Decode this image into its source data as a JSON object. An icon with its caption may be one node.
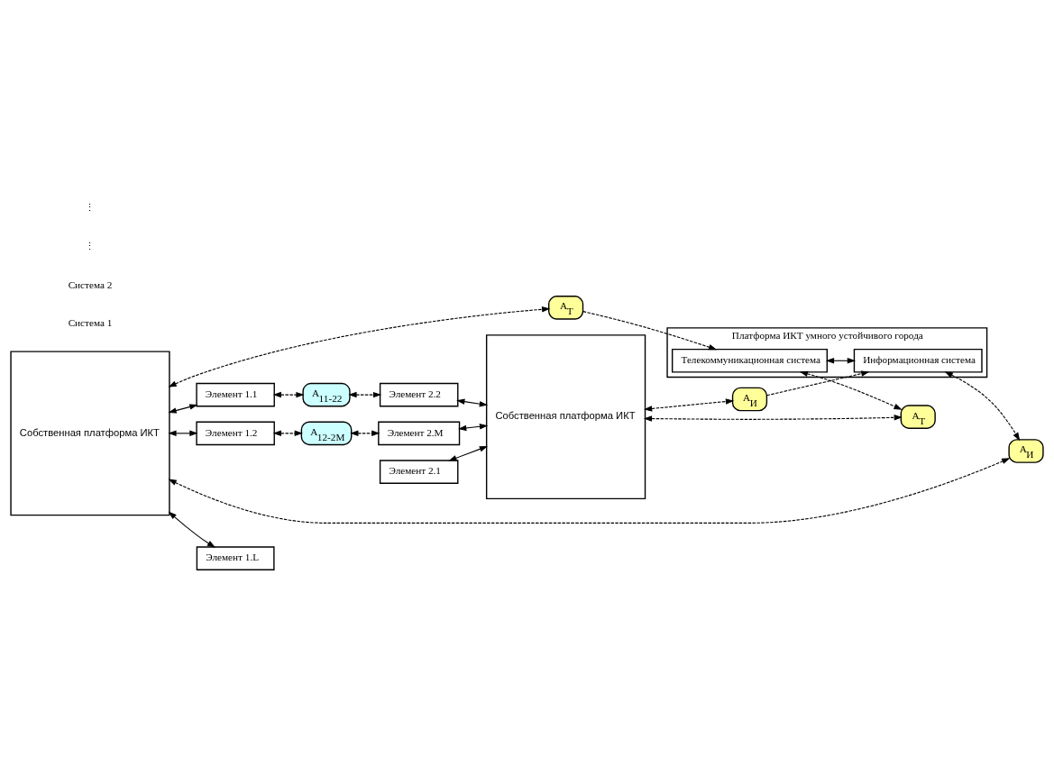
{
  "diagram": {
    "nodes": [
      {
        "text": [
          "Собственная платформа ИКТ"
        ]
      },
      {
        "text": [
          "Элемент 1.1"
        ]
      },
      {
        "text": [
          "Элемент 1.2"
        ]
      },
      {
        "text": [
          "Элемент 1.L"
        ]
      },
      {
        "text": [
          "A$_{11-22}$"
        ]
      },
      {
        "text": [
          "A$_{12-2M}$"
        ]
      },
      {
        "text": [
          "Элемент 2.1"
        ]
      },
      {
        "text": [
          "Элемент 2.2"
        ]
      },
      {
        "text": [
          "Элемент 2.M"
        ]
      },
      {
        "text": [
          "Собственная платформа ИКТ"
        ]
      },
      {
        "text": [
          "A$_{T}$"
        ]
      },
      {
        "text": [
          "A$_{И}$"
        ]
      },
      {
        "text": [
          "A$_{T}$"
        ]
      },
      {
        "text": [
          "A$_{И}$"
        ]
      },
      {
        "text": [
          "Платформа ИКТ умного устойчивого города"
        ]
      },
      {
        "text": [
          "Телекоммуникационная система"
        ],
        "in": 14
      },
      {
        "text": [
          "Информационная система"
        ],
        "in": 14
      }
    ],
    "edges": [
      {
        "from": 0,
        "to": 1,
        "arrow": "both"
      },
      {
        "from": 0,
        "to": 2,
        "arrow": "both"
      },
      {
        "from": 0,
        "to": 3,
        "arrow": "both"
      },
      {
        "from": 1,
        "to": 4,
        "arrow": "both",
        "style": "dashed"
      },
      {
        "from": 4,
        "to": 7,
        "arrow": "both",
        "style": "dashed"
      },
      {
        "from": 2,
        "to": 5,
        "arrow": "both",
        "style": "dashed"
      },
      {
        "from": 5,
        "to": 8,
        "arrow": "both",
        "style": "dashed"
      },
      {
        "from": 6,
        "to": 9,
        "arrow": "both"
      },
      {
        "from": 7,
        "to": 9,
        "arrow": "both"
      },
      {
        "from": 8,
        "to": 9,
        "arrow": "both"
      },
      {
        "from": 0,
        "to": 10,
        "arrow": "both",
        "style": "dashed"
      },
      {
        "from": 0,
        "to": 11,
        "arrow": "both",
        "style": "dashed"
      },
      {
        "from": 9,
        "to": 12,
        "arrow": "both",
        "style": "dashed"
      },
      {
        "from": 9,
        "to": 13,
        "arrow": "both",
        "style": "dashed"
      },
      {
        "from": 10,
        "to": 15,
        "arrow": "to",
        "style": "dashed"
      },
      {
        "from": 16,
        "to": 11,
        "arrow": "both",
        "style": "dashed"
      },
      {
        "from": 15,
        "to": 12,
        "arrow": "both",
        "style": "dashed"
      },
      {
        "from": 13,
        "to": 16,
        "arrow": "to",
        "style": "dashed"
      },
      {
        "from": 15,
        "to": 16,
        "arrow": "both"
      }
    ],
    "labels": [
      "Система 1",
      "Система 2",
      "⋮",
      "⋮"
    ]
  }
}
